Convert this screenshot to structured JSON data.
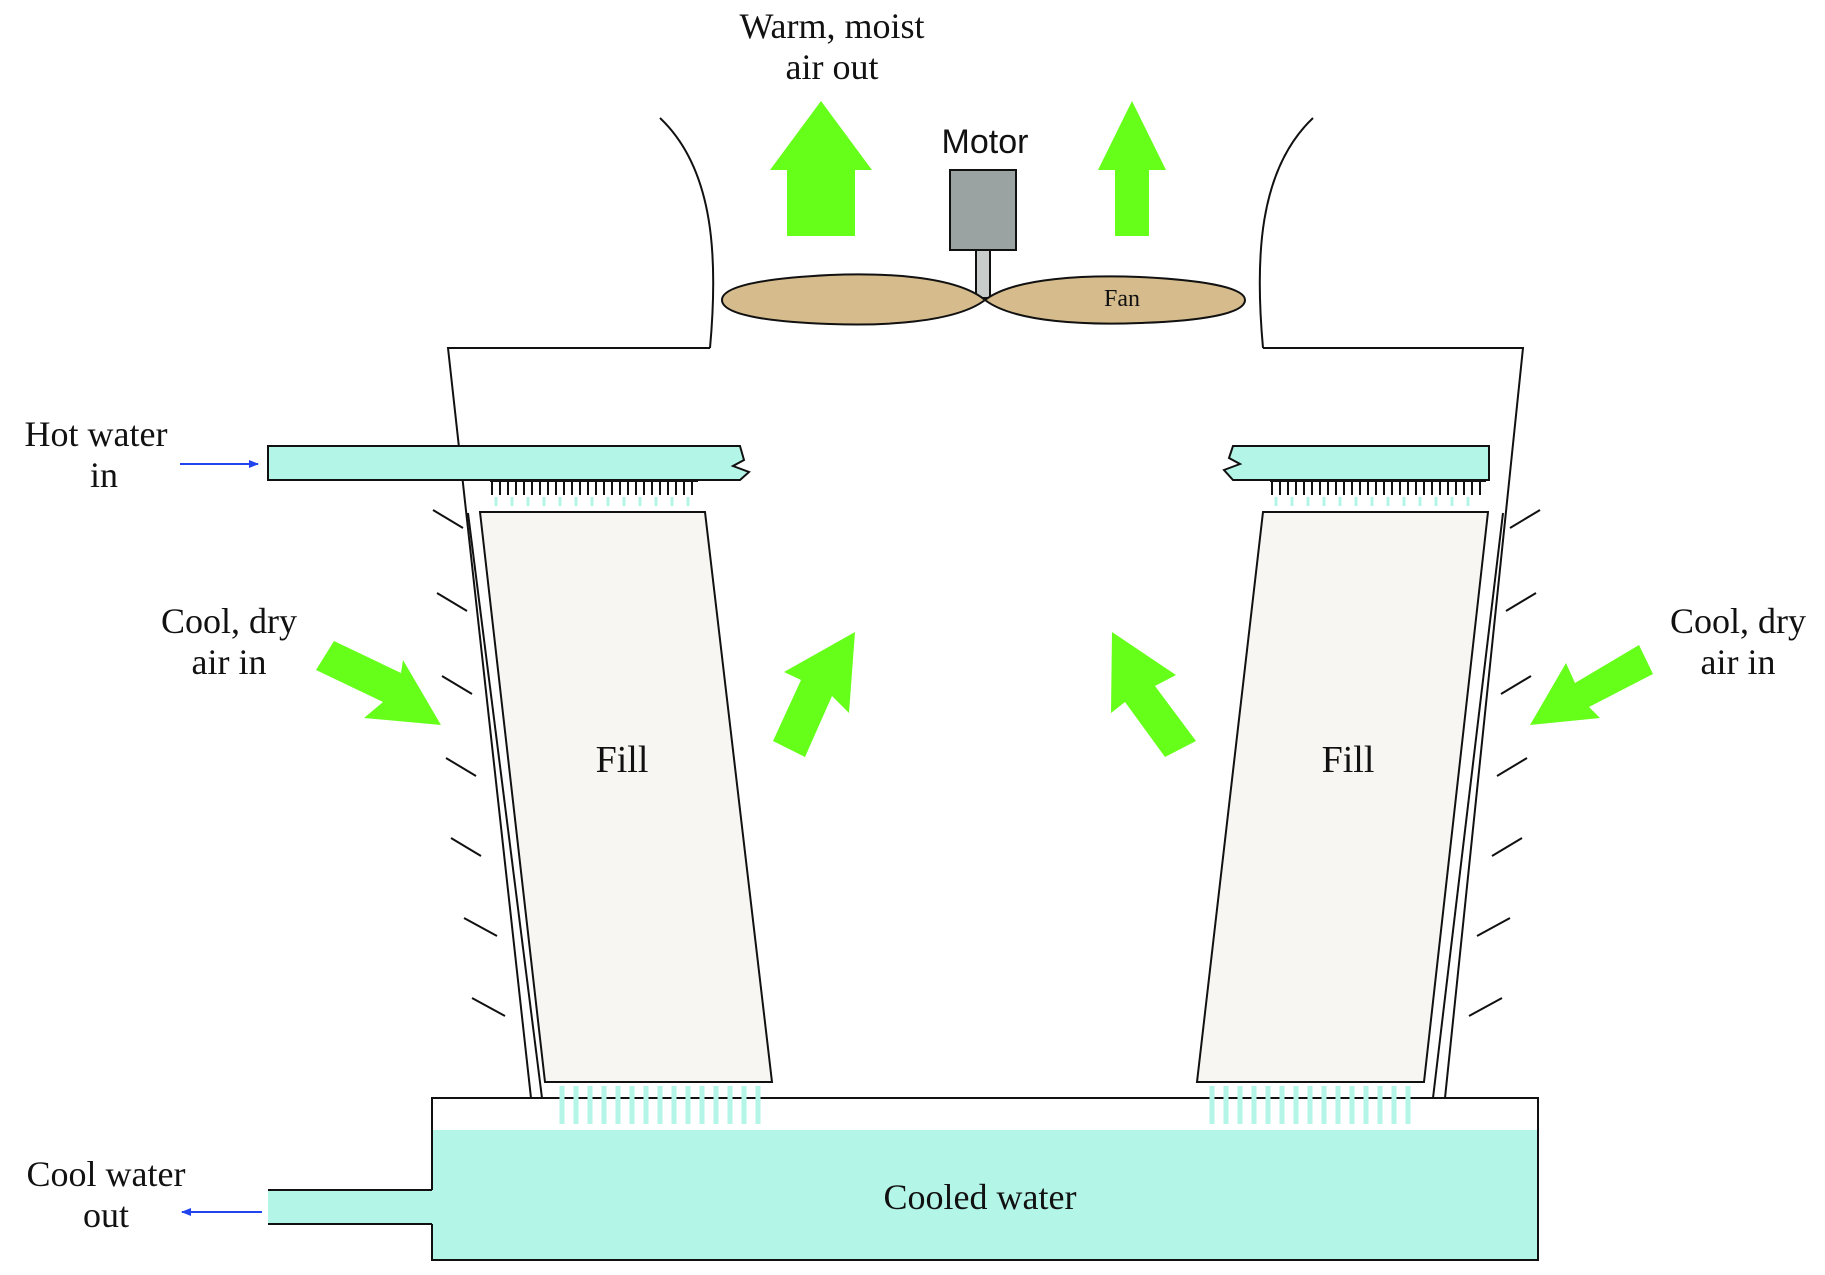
{
  "labels": {
    "exhaust_line1": "Warm, moist",
    "exhaust_line2": "air out",
    "motor": "Motor",
    "fan": "Fan",
    "hot_water_line1": "Hot water",
    "hot_water_line2": "in",
    "cool_air_left_line1": "Cool, dry",
    "cool_air_left_line2": "air in",
    "cool_air_right_line1": "Cool, dry",
    "cool_air_right_line2": "air in",
    "fill_left": "Fill",
    "fill_right": "Fill",
    "cooled_water": "Cooled water",
    "cool_water_line1": "Cool water",
    "cool_water_line2": "out"
  },
  "colors": {
    "water": "#b3f5e6",
    "air_arrow": "#66ff1a",
    "fill": "#f7f6f2",
    "fan_blade": "#d6bc8c",
    "motor": "#9aa3a2",
    "flow_arrow": "#2244ee",
    "outline": "#111111"
  }
}
